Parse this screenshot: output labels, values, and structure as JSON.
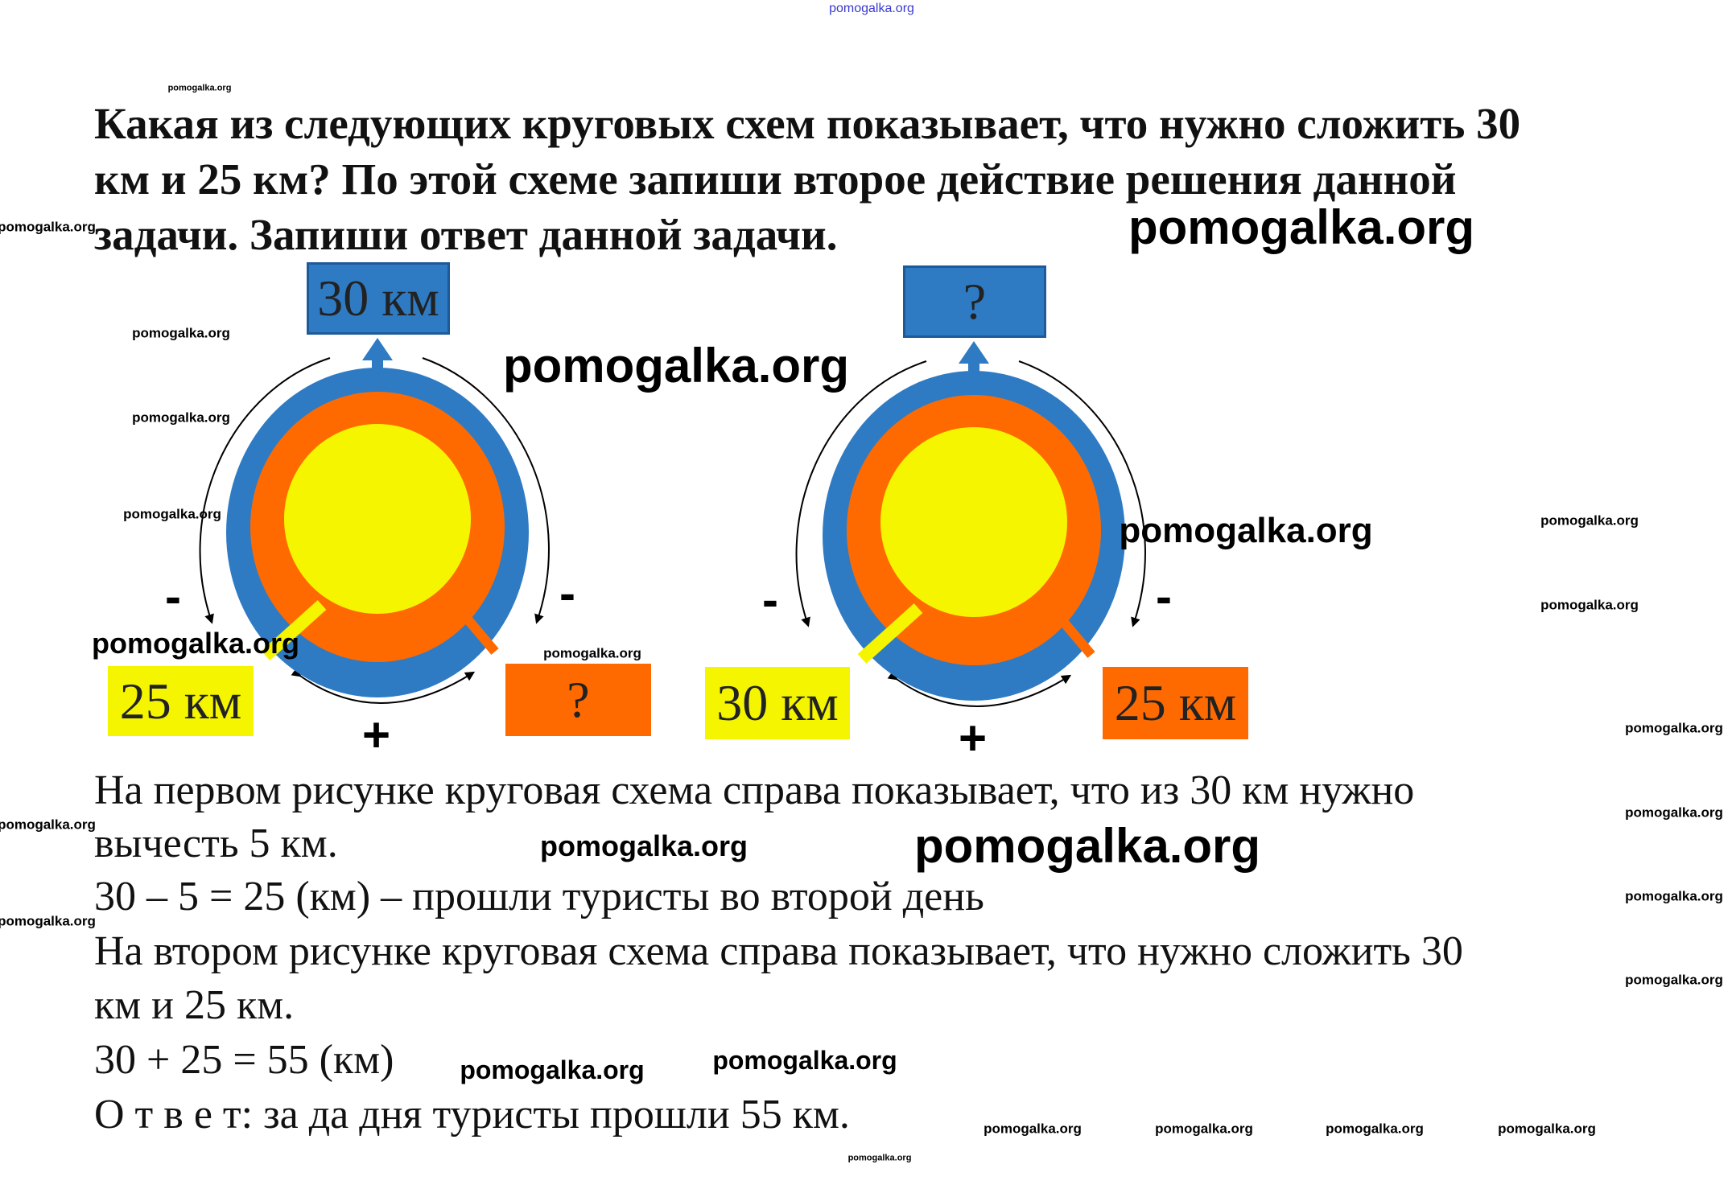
{
  "question": [
    "Какая из следующих круговых схем показывает, что нужно сложить 30",
    "км и 25 км? По этой схеме запиши второе действие решения данной",
    "задачи. Запиши ответ данной задачи."
  ],
  "diagram1": {
    "top": "30 км",
    "left": "25 км",
    "right": "?",
    "minus": "-",
    "plus": "+"
  },
  "diagram2": {
    "top": "?",
    "left": "30 км",
    "right": "25 км",
    "minus": "-",
    "plus": "+"
  },
  "solution": [
    "На первом рисунке круговая схема справа показывает, что из 30 км нужно",
    "вычесть 5 км.",
    "30 – 5 = 25 (км) – прошли туристы во второй день",
    "На втором рисунке круговая схема справа показывает, что нужно сложить 30",
    "км и 25 км.",
    "30 + 25 = 55 (км)",
    "О т в е т: за да дня туристы прошли 55 км."
  ],
  "watermark": "pomogalka.org",
  "colors": {
    "blue": "#2e7bc4",
    "orange": "#ff6a00",
    "yellow": "#f5f500"
  }
}
